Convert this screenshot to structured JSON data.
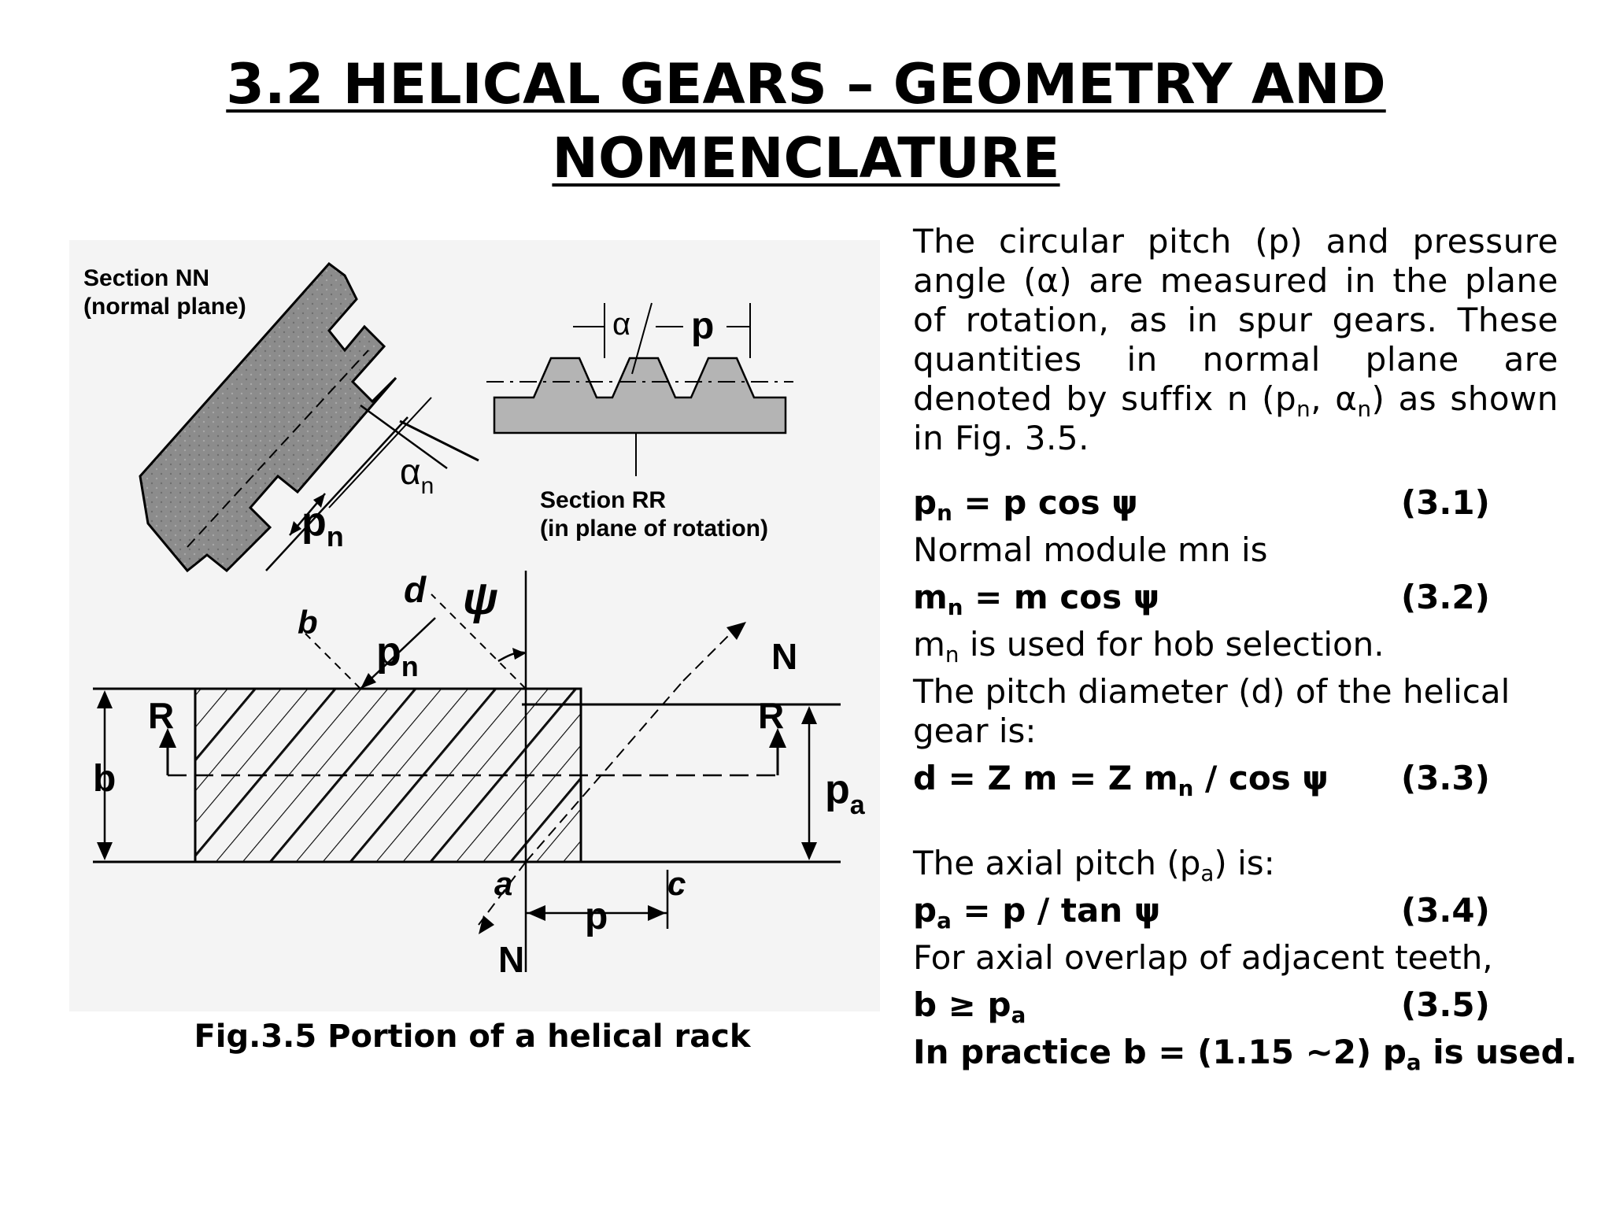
{
  "title": {
    "line1": "3.2 HELICAL GEARS – GEOMETRY AND",
    "line2": "NOMENCLATURE"
  },
  "figure": {
    "caption": "Fig.3.5 Portion of a helical rack",
    "labels": {
      "section_nn_1": "Section NN",
      "section_nn_2": "(normal plane)",
      "section_rr_1": "Section RR",
      "section_rr_2": "(in plane of rotation)",
      "alpha": "α",
      "p": "p",
      "alpha_n_main": "α",
      "alpha_n_sub": "n",
      "pn_main": "p",
      "pn_sub": "n",
      "d": "d",
      "b_small": "b",
      "psi": "ψ",
      "pn2_main": "p",
      "pn2_sub": "n",
      "N_top": "N",
      "R_left": "R",
      "R_right": "R",
      "b_left": "b",
      "pa_main": "p",
      "pa_sub": "a",
      "a": "a",
      "c": "c",
      "p_bottom": "p",
      "N_bottom": "N"
    }
  },
  "text": {
    "intro": {
      "part1": "The circular pitch (p) and pressure angle (α) are measured in the plane of rotation, as in spur gears. These quantities in normal plane are denoted by suffix n (p",
      "sub1": "n",
      "part2": ", α",
      "sub2": "n",
      "part3": ") as shown in Fig. 3.5."
    },
    "eq1": {
      "a": "p",
      "sub": "n",
      "b": " = p cos ψ",
      "no": "(3.1)"
    },
    "line_module": "Normal module mn is",
    "eq2": {
      "a": "m",
      "sub": "n",
      "b": " = m cos ψ",
      "no": "(3.2)"
    },
    "line_hob": {
      "a": "m",
      "sub": "n",
      "b": " is used for hob selection."
    },
    "line_pitch_dia_1": "The pitch diameter (d) of the helical",
    "line_pitch_dia_2": "gear is:",
    "eq3": {
      "a": "d = Z m = Z m",
      "sub": "n",
      "b": " / cos ψ",
      "no": "(3.3)"
    },
    "line_axial": {
      "a": "The axial pitch (p",
      "sub": "a",
      "b": ") is:"
    },
    "eq4": {
      "a": "p",
      "sub": "a",
      "b": " = p / tan ψ",
      "no": "(3.4)"
    },
    "line_overlap": "For axial overlap of adjacent teeth,",
    "eq5": {
      "a": "b ≥ p",
      "sub": "a",
      "no": "(3.5)"
    },
    "practice": {
      "a": "In practice b = (1.15 ~2) p",
      "sub": "a",
      "b": " is used."
    }
  },
  "colors": {
    "background": "#ffffff",
    "ink": "#000000",
    "rack_fill": "#8c8c8c",
    "section_rr_fill": "#b4b4b4",
    "figure_bg": "#f4f4f4"
  }
}
